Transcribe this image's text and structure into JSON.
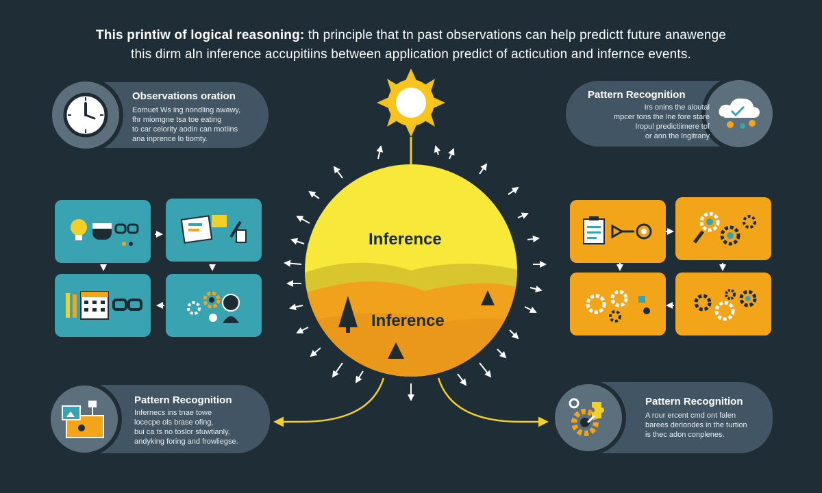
{
  "title": {
    "line1_bold": "This printiw of logical reasoning:",
    "line1_rest": " th principle that tn past observations  can help predictt future anawenge",
    "line2": "this dirm aln inference accupitiins between application predict of acticution and infernce events."
  },
  "central": {
    "label_top": "Inference",
    "label_bottom": "Inference",
    "colors": {
      "sun": "#f7e83a",
      "field": "#f0a21c",
      "hills": "#d9c52e"
    }
  },
  "cards": {
    "observations": {
      "title": "Observations oration",
      "text": "Eomuet Ws ing nondling awawy,\nfhr miomgne tsa toe eating\nto car celority aodin can motiins\nana inprence lo tiomty.",
      "icon": "clock-icon"
    },
    "pattern_top": {
      "title": "Pattern Recognition",
      "text": "Irs onins the aloutal\nmpcer tons the lne fore stare\nlropul predictiimere tof\nor ann the lngitrany",
      "icon": "cloud-gears-icon"
    },
    "pattern_bottom_left": {
      "title": "Pattern Recognition",
      "text": "Infernecs ins tnae towe\nlocecpe ols brase ofing,\nbui ca ts no toslor stuwtianly,\nandyking foring and frowliegse.",
      "icon": "screen-gear-icon"
    },
    "pattern_bottom_right": {
      "title": "Pattern Recognition",
      "text": "A rour ercent cmd ont falen\nbarees deriondes in the turtion\nis thec adon conplenes.",
      "icon": "gear-puzzle-icon"
    }
  },
  "tiles": {
    "left": [
      {
        "icon": "lightbulb-glasses-icon"
      },
      {
        "icon": "notes-icon"
      },
      {
        "icon": "calendar-glasses-icon"
      },
      {
        "icon": "gears-person-icon"
      }
    ],
    "right": [
      {
        "icon": "clipboard-arrow-icon"
      },
      {
        "icon": "gears-search-icon"
      },
      {
        "icon": "gears-icon"
      },
      {
        "icon": "gears-network-icon"
      }
    ]
  },
  "colors": {
    "background": "#1e2d36",
    "pill": "#415564",
    "teal": "#3aa3b2",
    "orange": "#f3a51a",
    "arrow": "#f2d027"
  }
}
